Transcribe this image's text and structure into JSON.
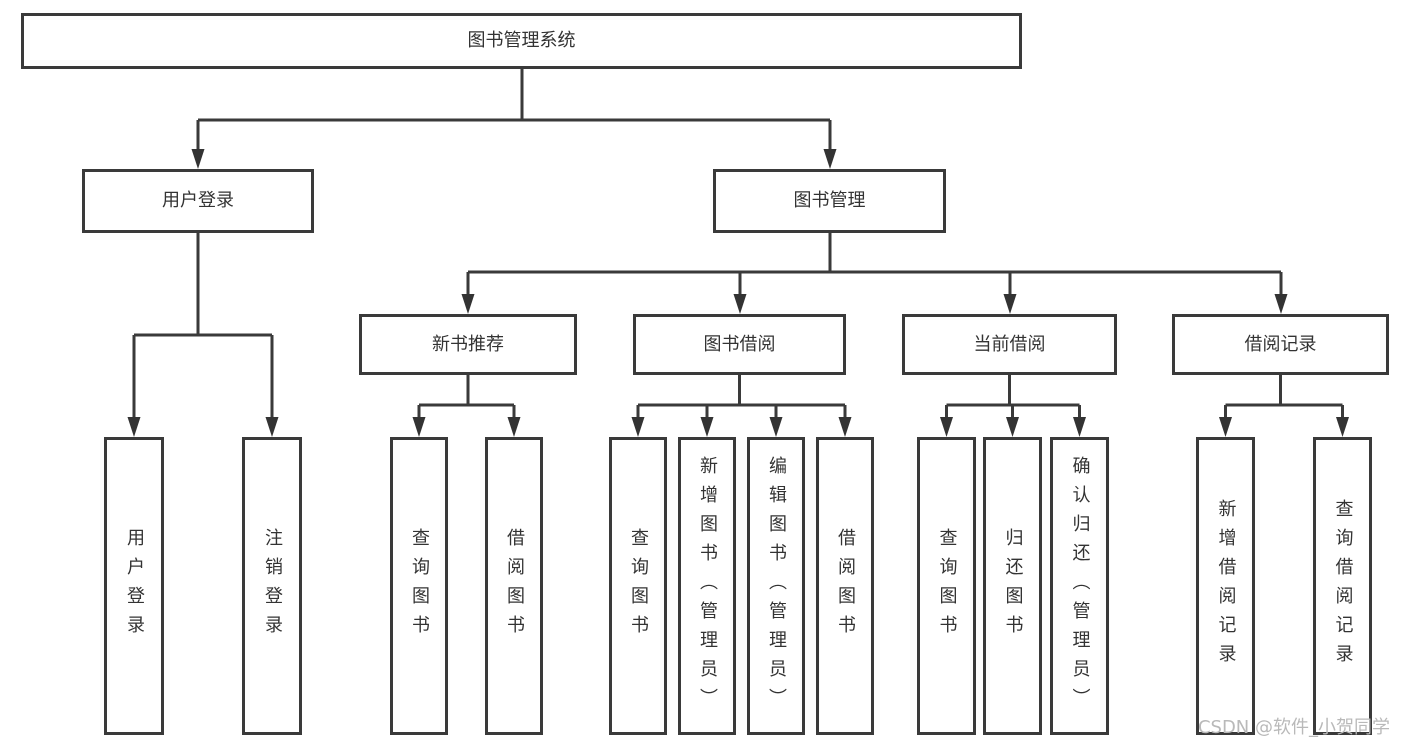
{
  "diagram": {
    "root": {
      "label": "图书管理系统"
    },
    "user_login": {
      "label": "用户登录",
      "children": [
        "用户登录",
        "注销登录"
      ]
    },
    "book_management": {
      "label": "图书管理",
      "groups": [
        {
          "label": "新书推荐",
          "children": [
            "查询图书",
            "借阅图书"
          ]
        },
        {
          "label": "图书借阅",
          "children": [
            "查询图书",
            "新增图书（管理员）",
            "编辑图书（管理员）",
            "借阅图书"
          ]
        },
        {
          "label": "当前借阅",
          "children": [
            "查询图书",
            "归还图书",
            "确认归还（管理员）"
          ]
        },
        {
          "label": "借阅记录",
          "children": [
            "新增借阅记录",
            "查询借阅记录"
          ]
        }
      ]
    }
  },
  "watermark": "CSDN @软件_小贺同学",
  "colors": {
    "line": "#3a3a3a",
    "text": "#333333",
    "background": "#ffffff",
    "watermark": "#b9b9b9"
  }
}
